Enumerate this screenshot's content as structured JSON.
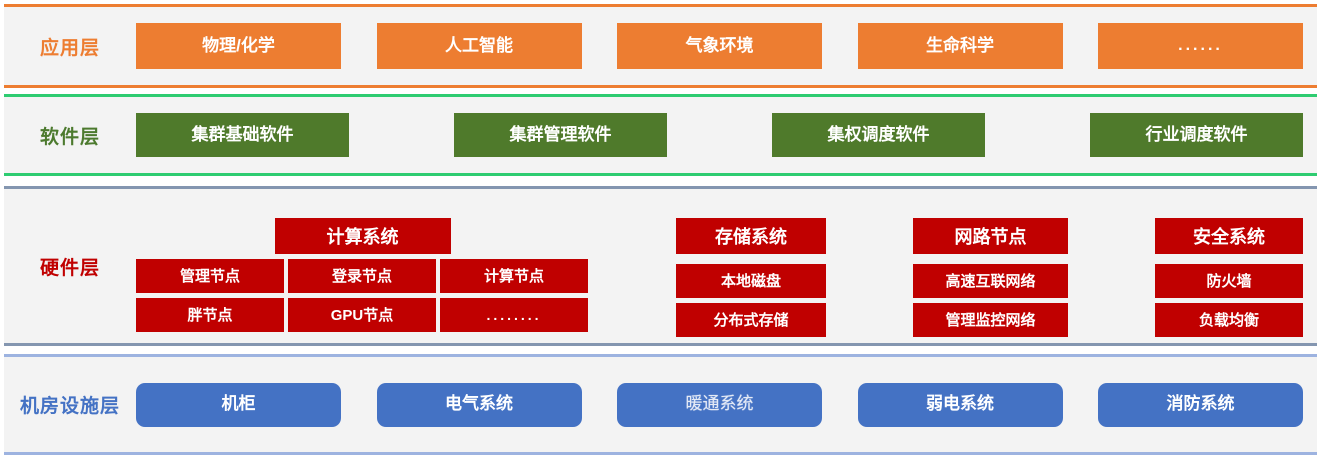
{
  "diagram": {
    "title": "HPC Cluster Layered Architecture",
    "colors": {
      "application": "#ED7D31",
      "software": "#4F7A2B",
      "hardware": "#C00000",
      "facility": "#4472C4",
      "band_background": "#F3F3F3",
      "application_border": "#ED7D31",
      "software_border": "#2ECC71",
      "hardware_border": "#8496B0",
      "facility_border": "#9DB3E0"
    }
  },
  "layers": {
    "application": {
      "label": "应用层",
      "items": [
        {
          "text": "物理/化学"
        },
        {
          "text": "人工智能"
        },
        {
          "text": "气象环境"
        },
        {
          "text": "生命科学"
        },
        {
          "text": "......"
        }
      ]
    },
    "software": {
      "label": "软件层",
      "items": [
        {
          "text": "集群基础软件"
        },
        {
          "text": "集群管理软件"
        },
        {
          "text": "集权调度软件"
        },
        {
          "text": "行业调度软件"
        }
      ]
    },
    "hardware": {
      "label": "硬件层",
      "groups": [
        {
          "head": "计算系统",
          "items": [
            "管理节点",
            "登录节点",
            "计算节点",
            "胖节点",
            "GPU节点",
            "........"
          ]
        },
        {
          "head": "存储系统",
          "items": [
            "本地磁盘",
            "分布式存储"
          ]
        },
        {
          "head": "网路节点",
          "items": [
            "高速互联网络",
            "管理监控网络"
          ]
        },
        {
          "head": "安全系统",
          "items": [
            "防火墙",
            "负载均衡"
          ]
        }
      ]
    },
    "facility": {
      "label": "机房设施层",
      "items": [
        {
          "text": "机柜"
        },
        {
          "text": "电气系统"
        },
        {
          "text": "暖通系统"
        },
        {
          "text": "弱电系统"
        },
        {
          "text": "消防系统"
        }
      ]
    }
  }
}
